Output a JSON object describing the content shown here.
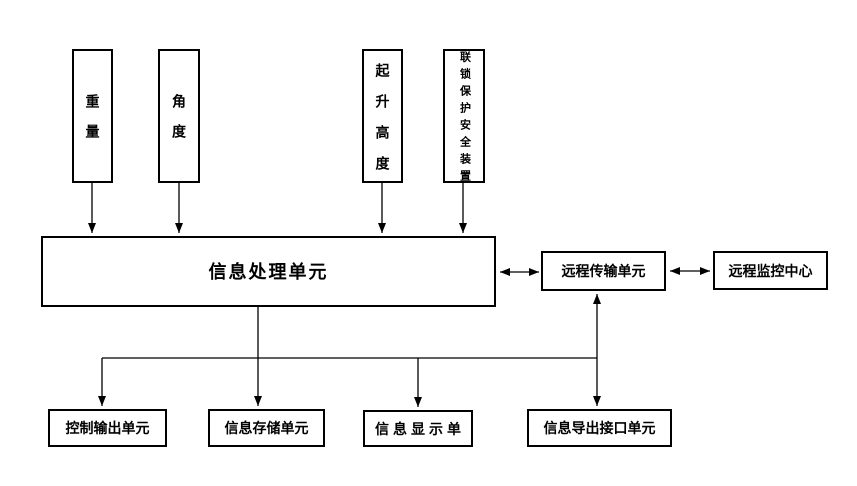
{
  "diagram": {
    "nodes": {
      "weight": {
        "label": "重量"
      },
      "angle": {
        "label": "角度"
      },
      "hoist_height": {
        "label": "起升高度"
      },
      "interlock_safety": {
        "label": "联锁保护安全装置"
      },
      "processing": {
        "label": "信息处理单元"
      },
      "transmission": {
        "label": "远程传输单元"
      },
      "monitoring": {
        "label": "远程监控中心"
      },
      "control_output": {
        "label": "控制输出单元"
      },
      "storage": {
        "label": "信息存储单元"
      },
      "display": {
        "label": "信息显示单"
      },
      "export_interface": {
        "label": "信息导出接口单元"
      }
    },
    "connections": [
      {
        "from": "重量",
        "to": "信息处理单元",
        "type": "arrow"
      },
      {
        "from": "角度",
        "to": "信息处理单元",
        "type": "arrow"
      },
      {
        "from": "起升高度",
        "to": "信息处理单元",
        "type": "arrow"
      },
      {
        "from": "联锁保护安全装置",
        "to": "信息处理单元",
        "type": "arrow"
      },
      {
        "from": "信息处理单元",
        "to": "远程传输单元",
        "type": "double-arrow"
      },
      {
        "from": "远程传输单元",
        "to": "远程监控中心",
        "type": "double-arrow"
      },
      {
        "from": "信息处理单元",
        "to": "控制输出单元",
        "type": "arrow"
      },
      {
        "from": "信息处理单元",
        "to": "信息存储单元",
        "type": "arrow"
      },
      {
        "from": "信息处理单元",
        "to": "信息显示单",
        "type": "arrow"
      },
      {
        "from": "信息处理单元",
        "to": "信息导出接口单元",
        "type": "arrow"
      },
      {
        "from": "信息处理单元分支",
        "to": "远程传输单元",
        "type": "double-arrow"
      }
    ],
    "colors": {
      "line": "#000000",
      "text": "#000000",
      "background": "#ffffff"
    }
  }
}
